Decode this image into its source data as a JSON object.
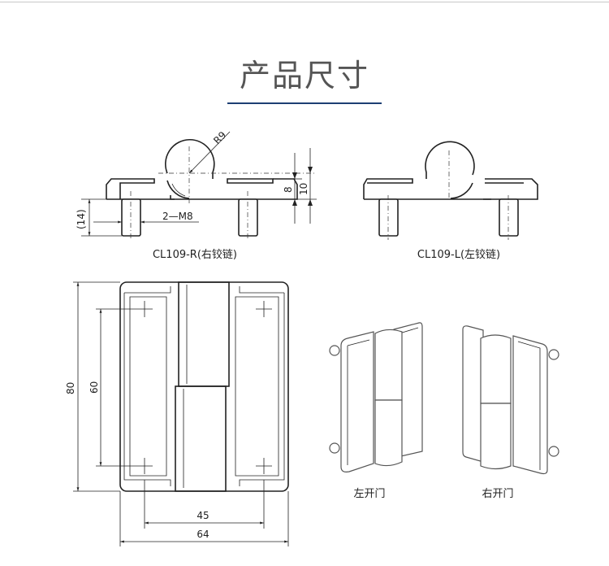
{
  "header": {
    "title": "产品尺寸"
  },
  "drawing_right_hinge": {
    "label": "CL109-R(右铰链)",
    "radius": "R9",
    "thread": "2—M8",
    "pin_length": "(14)",
    "dim_a": "8",
    "dim_b": "10"
  },
  "drawing_left_hinge": {
    "label": "CL109-L(左铰链)"
  },
  "front_view": {
    "height_outer": "80",
    "height_holes": "60",
    "width_holes": "45",
    "width_outer": "64"
  },
  "iso_views": {
    "left_open": "左开门",
    "right_open": "右开门"
  },
  "colors": {
    "accent": "#1d3f73",
    "title": "#555555"
  }
}
